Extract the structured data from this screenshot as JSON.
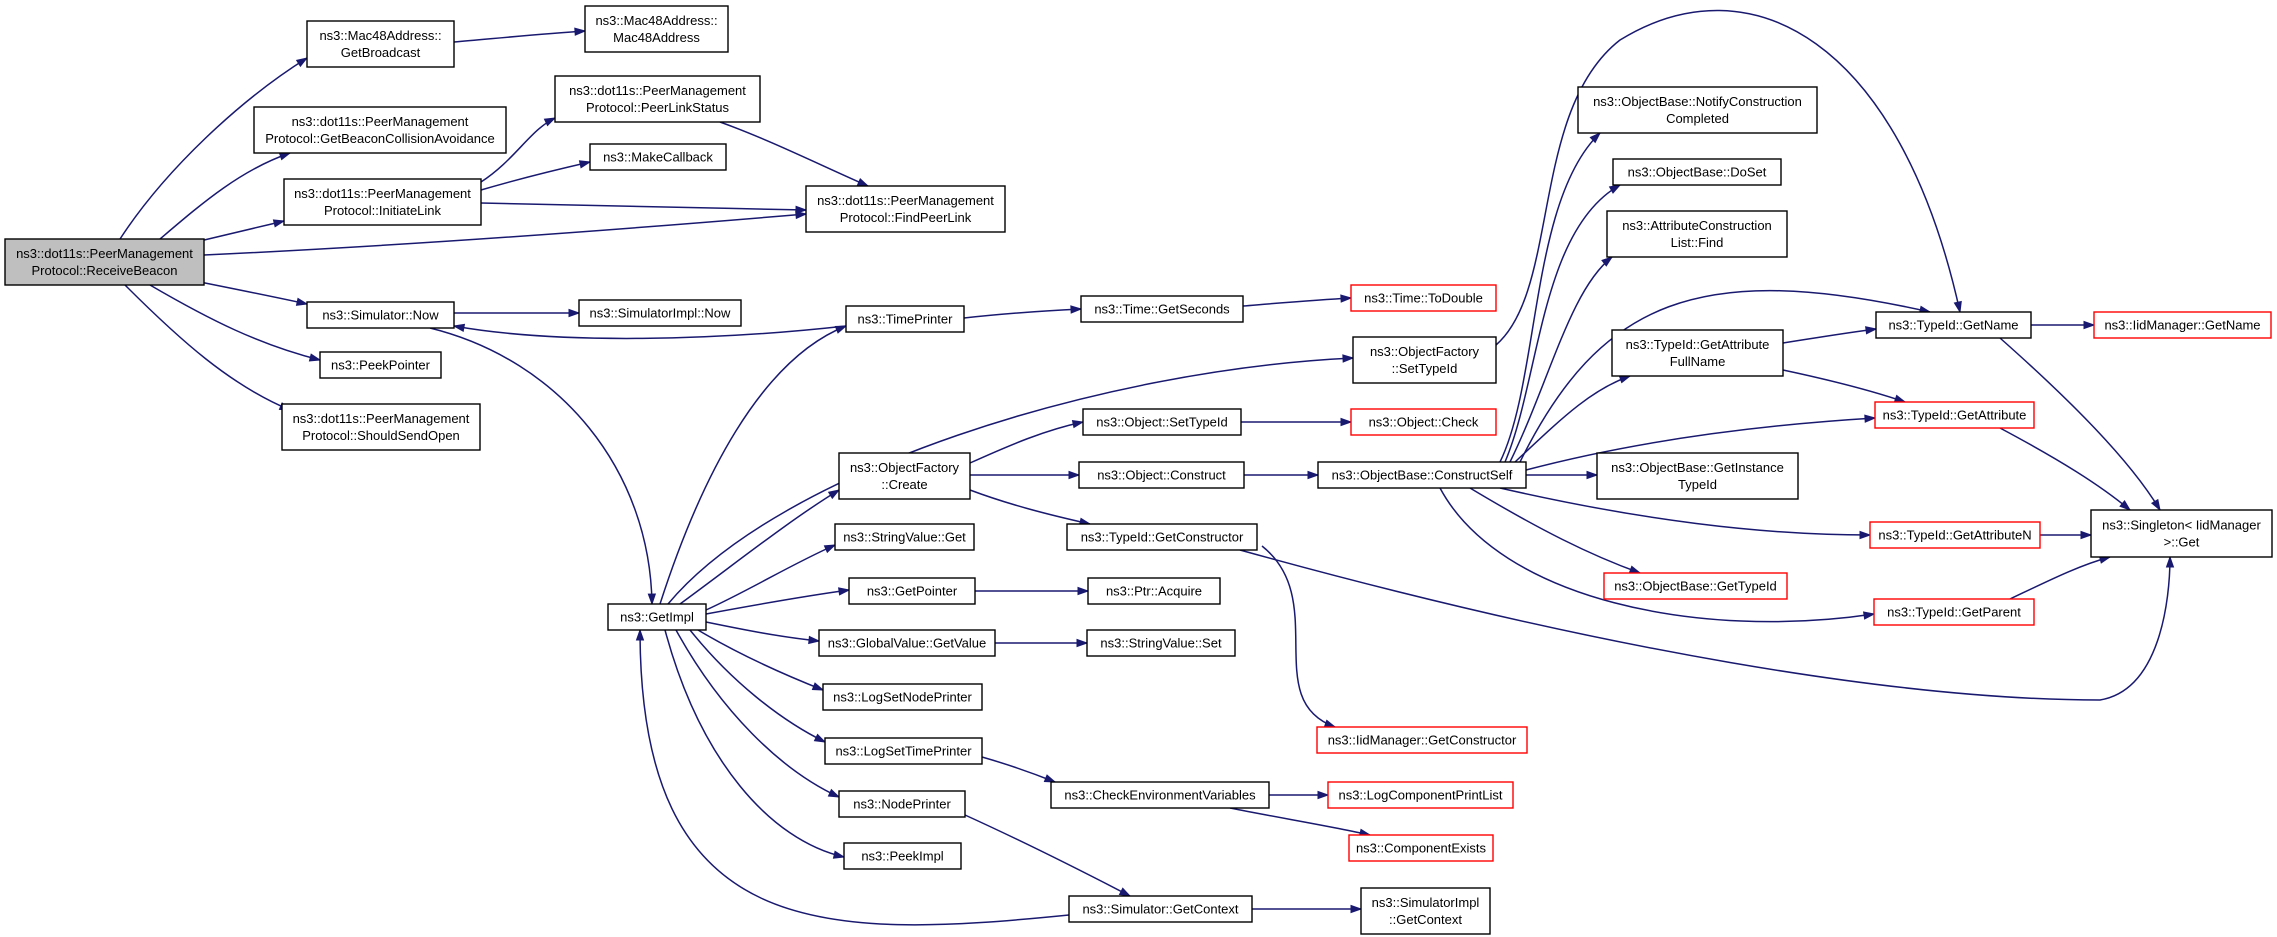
{
  "diagram": {
    "colors": {
      "edge": "#191970",
      "normal_border": "#000000",
      "external_border": "#ff0000",
      "root_fill": "#bfbfbf"
    },
    "nodes": [
      {
        "id": "root",
        "lines": [
          "ns3::dot11s::PeerManagement",
          "Protocol::ReceiveBeacon"
        ],
        "style": "root"
      },
      {
        "id": "macbc",
        "lines": [
          "ns3::Mac48Address::",
          "GetBroadcast"
        ],
        "style": "normal"
      },
      {
        "id": "mac48",
        "lines": [
          "ns3::Mac48Address::",
          "Mac48Address"
        ],
        "style": "normal"
      },
      {
        "id": "gbca",
        "lines": [
          "ns3::dot11s::PeerManagement",
          "Protocol::GetBeaconCollisionAvoidance"
        ],
        "style": "normal"
      },
      {
        "id": "pls",
        "lines": [
          "ns3::dot11s::PeerManagement",
          "Protocol::PeerLinkStatus"
        ],
        "style": "normal"
      },
      {
        "id": "il",
        "lines": [
          "ns3::dot11s::PeerManagement",
          "Protocol::InitiateLink"
        ],
        "style": "normal"
      },
      {
        "id": "mcb",
        "lines": [
          "ns3::MakeCallback"
        ],
        "style": "normal"
      },
      {
        "id": "fpl",
        "lines": [
          "ns3::dot11s::PeerManagement",
          "Protocol::FindPeerLink"
        ],
        "style": "normal"
      },
      {
        "id": "simnow",
        "lines": [
          "ns3::Simulator::Now"
        ],
        "style": "normal"
      },
      {
        "id": "simimplnow",
        "lines": [
          "ns3::SimulatorImpl::Now"
        ],
        "style": "normal"
      },
      {
        "id": "peekptr",
        "lines": [
          "ns3::PeekPointer"
        ],
        "style": "normal"
      },
      {
        "id": "sso",
        "lines": [
          "ns3::dot11s::PeerManagement",
          "Protocol::ShouldSendOpen"
        ],
        "style": "normal"
      },
      {
        "id": "timeprinter",
        "lines": [
          "ns3::TimePrinter"
        ],
        "style": "normal"
      },
      {
        "id": "getseconds",
        "lines": [
          "ns3::Time::GetSeconds"
        ],
        "style": "normal"
      },
      {
        "id": "todouble",
        "lines": [
          "ns3::Time::ToDouble"
        ],
        "style": "external"
      },
      {
        "id": "ofsettid",
        "lines": [
          "ns3::ObjectFactory",
          "::SetTypeId"
        ],
        "style": "normal"
      },
      {
        "id": "ofcreate",
        "lines": [
          "ns3::ObjectFactory",
          "::Create"
        ],
        "style": "normal"
      },
      {
        "id": "objsettid",
        "lines": [
          "ns3::Object::SetTypeId"
        ],
        "style": "normal"
      },
      {
        "id": "objcheck",
        "lines": [
          "ns3::Object::Check"
        ],
        "style": "external"
      },
      {
        "id": "objconstruct",
        "lines": [
          "ns3::Object::Construct"
        ],
        "style": "normal"
      },
      {
        "id": "obconstructself",
        "lines": [
          "ns3::ObjectBase::ConstructSelf"
        ],
        "style": "normal"
      },
      {
        "id": "tidgetctor",
        "lines": [
          "ns3::TypeId::GetConstructor"
        ],
        "style": "normal"
      },
      {
        "id": "iidgetctor",
        "lines": [
          "ns3::IidManager::GetConstructor"
        ],
        "style": "external"
      },
      {
        "id": "svget",
        "lines": [
          "ns3::StringValue::Get"
        ],
        "style": "normal"
      },
      {
        "id": "getimpl",
        "lines": [
          "ns3::GetImpl"
        ],
        "style": "normal"
      },
      {
        "id": "getpointer",
        "lines": [
          "ns3::GetPointer"
        ],
        "style": "normal"
      },
      {
        "id": "ptracquire",
        "lines": [
          "ns3::Ptr::Acquire"
        ],
        "style": "normal"
      },
      {
        "id": "gvgetvalue",
        "lines": [
          "ns3::GlobalValue::GetValue"
        ],
        "style": "normal"
      },
      {
        "id": "svset",
        "lines": [
          "ns3::StringValue::Set"
        ],
        "style": "normal"
      },
      {
        "id": "lsnp",
        "lines": [
          "ns3::LogSetNodePrinter"
        ],
        "style": "normal"
      },
      {
        "id": "lstp",
        "lines": [
          "ns3::LogSetTimePrinter"
        ],
        "style": "normal"
      },
      {
        "id": "cev",
        "lines": [
          "ns3::CheckEnvironmentVariables"
        ],
        "style": "normal"
      },
      {
        "id": "lcpl",
        "lines": [
          "ns3::LogComponentPrintList"
        ],
        "style": "external"
      },
      {
        "id": "compexists",
        "lines": [
          "ns3::ComponentExists"
        ],
        "style": "external"
      },
      {
        "id": "nodeprinter",
        "lines": [
          "ns3::NodePrinter"
        ],
        "style": "normal"
      },
      {
        "id": "peekimpl",
        "lines": [
          "ns3::PeekImpl"
        ],
        "style": "normal"
      },
      {
        "id": "simgetctx",
        "lines": [
          "ns3::Simulator::GetContext"
        ],
        "style": "normal"
      },
      {
        "id": "simimplgetctx",
        "lines": [
          "ns3::SimulatorImpl",
          "::GetContext"
        ],
        "style": "normal"
      },
      {
        "id": "obnotify",
        "lines": [
          "ns3::ObjectBase::NotifyConstruction",
          "Completed"
        ],
        "style": "normal"
      },
      {
        "id": "obdoset",
        "lines": [
          "ns3::ObjectBase::DoSet"
        ],
        "style": "normal"
      },
      {
        "id": "aclfind",
        "lines": [
          "ns3::AttributeConstruction",
          "List::Find"
        ],
        "style": "normal"
      },
      {
        "id": "tidgafn",
        "lines": [
          "ns3::TypeId::GetAttribute",
          "FullName"
        ],
        "style": "normal"
      },
      {
        "id": "obgit",
        "lines": [
          "ns3::ObjectBase::GetInstance",
          "TypeId"
        ],
        "style": "normal"
      },
      {
        "id": "obgtid",
        "lines": [
          "ns3::ObjectBase::GetTypeId"
        ],
        "style": "external"
      },
      {
        "id": "tidgetname",
        "lines": [
          "ns3::TypeId::GetName"
        ],
        "style": "normal"
      },
      {
        "id": "iidgetname",
        "lines": [
          "ns3::IidManager::GetName"
        ],
        "style": "external"
      },
      {
        "id": "tidgetattr",
        "lines": [
          "ns3::TypeId::GetAttribute"
        ],
        "style": "external"
      },
      {
        "id": "tidgetattrn",
        "lines": [
          "ns3::TypeId::GetAttributeN"
        ],
        "style": "external"
      },
      {
        "id": "tidgetparent",
        "lines": [
          "ns3::TypeId::GetParent"
        ],
        "style": "external"
      },
      {
        "id": "singleton",
        "lines": [
          "ns3::Singleton< IidManager",
          ">::Get"
        ],
        "style": "normal"
      }
    ]
  }
}
